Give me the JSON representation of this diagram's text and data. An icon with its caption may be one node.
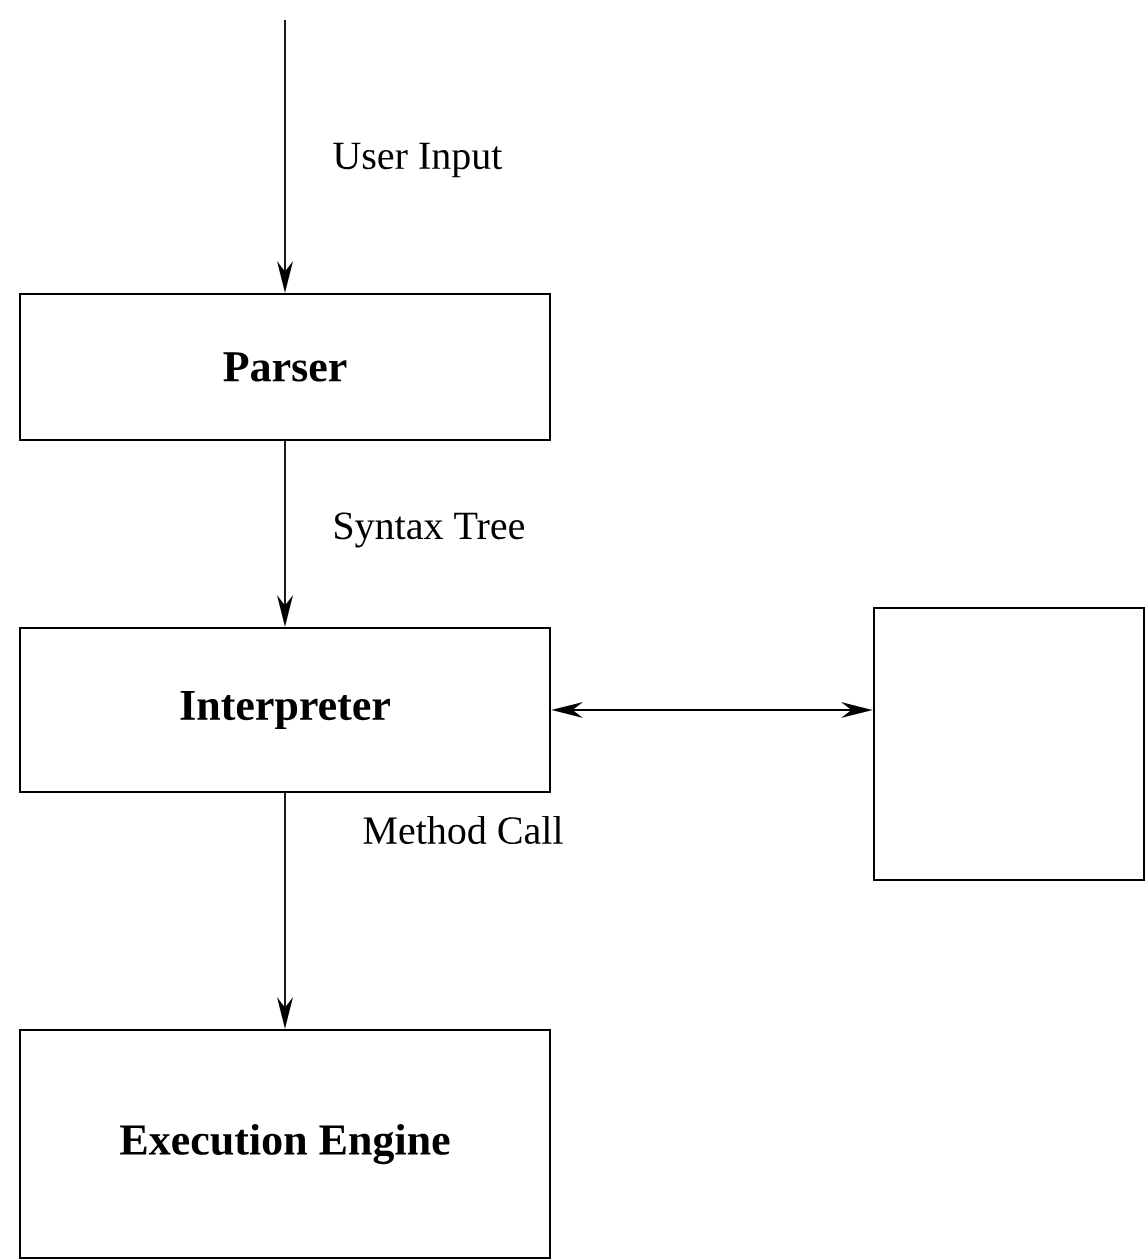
{
  "diagram": {
    "nodes": [
      {
        "text": [
          "Parser"
        ]
      },
      {
        "text": [
          "Interpreter"
        ]
      },
      {
        "text": [],
        "shape": "box"
      },
      {
        "text": [
          "Execution Engine"
        ]
      }
    ],
    "edges": [
      {
        "from": null,
        "to": 0,
        "arrow": "to",
        "label": "User Input"
      },
      {
        "from": 0,
        "to": 1,
        "arrow": "to",
        "label": "Syntax Tree"
      },
      {
        "from": 1,
        "to": 2,
        "arrow": "both"
      },
      {
        "from": 1,
        "to": 3,
        "arrow": "to",
        "label": "Method Call"
      }
    ]
  }
}
